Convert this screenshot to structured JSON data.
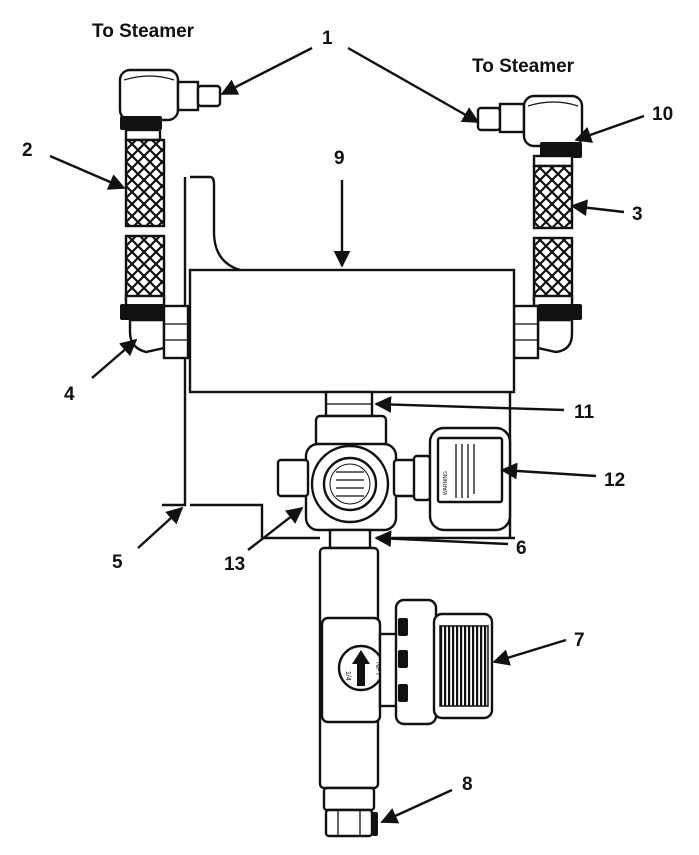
{
  "headings": {
    "to_steamer_left": "To Steamer",
    "to_steamer_right": "To Steamer"
  },
  "callouts": {
    "c1": "1",
    "c2": "2",
    "c3": "3",
    "c4": "4",
    "c5": "5",
    "c6": "6",
    "c7": "7",
    "c8": "8",
    "c9": "9",
    "c10": "10",
    "c11": "11",
    "c12": "12",
    "c13": "13"
  },
  "markings": {
    "warning_label": "WARNING",
    "fitting_size": "1/4",
    "fitting_thread": "NPT"
  }
}
